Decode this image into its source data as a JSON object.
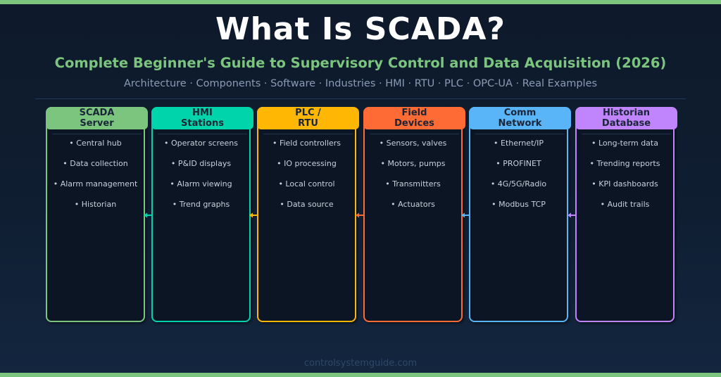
{
  "header": {
    "title": "What Is SCADA?",
    "subtitle": "Complete Beginner's Guide to Supervisory Control and Data Acquisition (2026)",
    "tags": "Architecture · Components · Software · Industries · HMI · RTU · PLC · OPC-UA · Real Examples"
  },
  "cards": [
    {
      "title_line1": "SCADA",
      "title_line2": "Server",
      "color": "#7cc57f",
      "items": [
        "• Central hub",
        "• Data collection",
        "• Alarm management",
        "• Historian"
      ]
    },
    {
      "title_line1": "HMI",
      "title_line2": "Stations",
      "color": "#00d4aa",
      "items": [
        "• Operator screens",
        "• P&ID displays",
        "• Alarm viewing",
        "• Trend graphs"
      ]
    },
    {
      "title_line1": "PLC /",
      "title_line2": "RTU",
      "color": "#ffb703",
      "items": [
        "• Field controllers",
        "• IO processing",
        "• Local control",
        "• Data source"
      ]
    },
    {
      "title_line1": "Field",
      "title_line2": "Devices",
      "color": "#ff6b35",
      "items": [
        "• Sensors, valves",
        "• Motors, pumps",
        "• Transmitters",
        "• Actuators"
      ]
    },
    {
      "title_line1": "Comm",
      "title_line2": "Network",
      "color": "#5ab4f8",
      "items": [
        "• Ethernet/IP",
        "• PROFINET",
        "• 4G/5G/Radio",
        "• Modbus TCP"
      ]
    },
    {
      "title_line1": "Historian",
      "title_line2": "Database",
      "color": "#c084fc",
      "items": [
        "• Long-term data",
        "• Trending reports",
        "• KPI dashboards",
        "• Audit trails"
      ]
    }
  ],
  "connectors": [
    {
      "from": "HMI Stations",
      "to": "SCADA Server",
      "color": "#00d4aa",
      "direction": "left"
    },
    {
      "from": "PLC / RTU",
      "to": "HMI Stations",
      "color": "#ffb703",
      "direction": "left"
    },
    {
      "from": "Field Devices",
      "to": "PLC / RTU",
      "color": "#ff6b35",
      "direction": "left"
    },
    {
      "from": "Comm Network",
      "to": "Field Devices",
      "color": "#5ab4f8",
      "direction": "left"
    },
    {
      "from": "Historian Database",
      "to": "Comm Network",
      "color": "#c084fc",
      "direction": "left"
    }
  ],
  "footer": {
    "site": "controlsystemguide.com"
  }
}
